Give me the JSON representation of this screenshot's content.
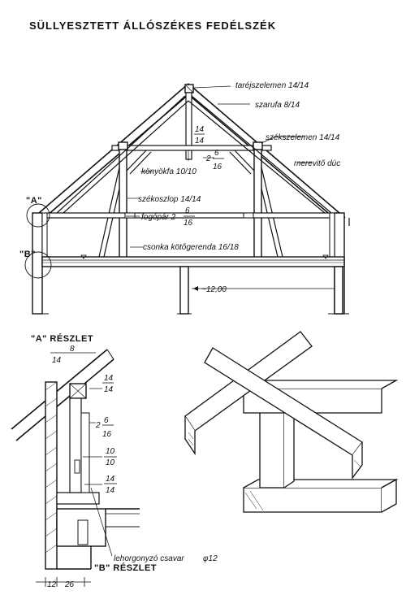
{
  "title": "SÜLLYESZTETT ÁLLÓSZÉKES FEDÉLSZÉK",
  "labels": {
    "tarejszelemen": "taréjszelemen 14/14",
    "szarufa": "szarufa 8/14",
    "kingpost_top": "14",
    "kingpost_bot": "14",
    "szekszelemen": "székszelemen 14/14",
    "merevito": "merevitő dúc",
    "konyokfa": "könyökfa 10/10",
    "brace_int": "2",
    "brace_top": "6",
    "brace_bot": "16",
    "szekoszlop": "székoszlop 14/14",
    "fogopar_text": "fogópár 2",
    "fogopar_top": "6",
    "fogopar_bot": "16",
    "csonka": "csonka kötőgerenda 16/18",
    "marker_a": "\"A\"",
    "marker_b": "\"B\"",
    "span": "~12,00"
  },
  "detail_a": {
    "heading": "\"A\" RÉSZLET",
    "rafter_top": "8",
    "rafter_bot": "14",
    "purlin_top": "14",
    "purlin_bot": "14",
    "tie_int": "2",
    "tie_top": "6",
    "tie_bot": "16",
    "brace_top": "10",
    "brace_bot": "10",
    "beam_top": "14",
    "beam_bot": "14",
    "anchor": "lehorgonyzó csavar",
    "anchor_dia": "φ12",
    "heading_b": "\"B\" RÉSZLET",
    "dim_wall": "12",
    "dim_ledge": "26"
  }
}
